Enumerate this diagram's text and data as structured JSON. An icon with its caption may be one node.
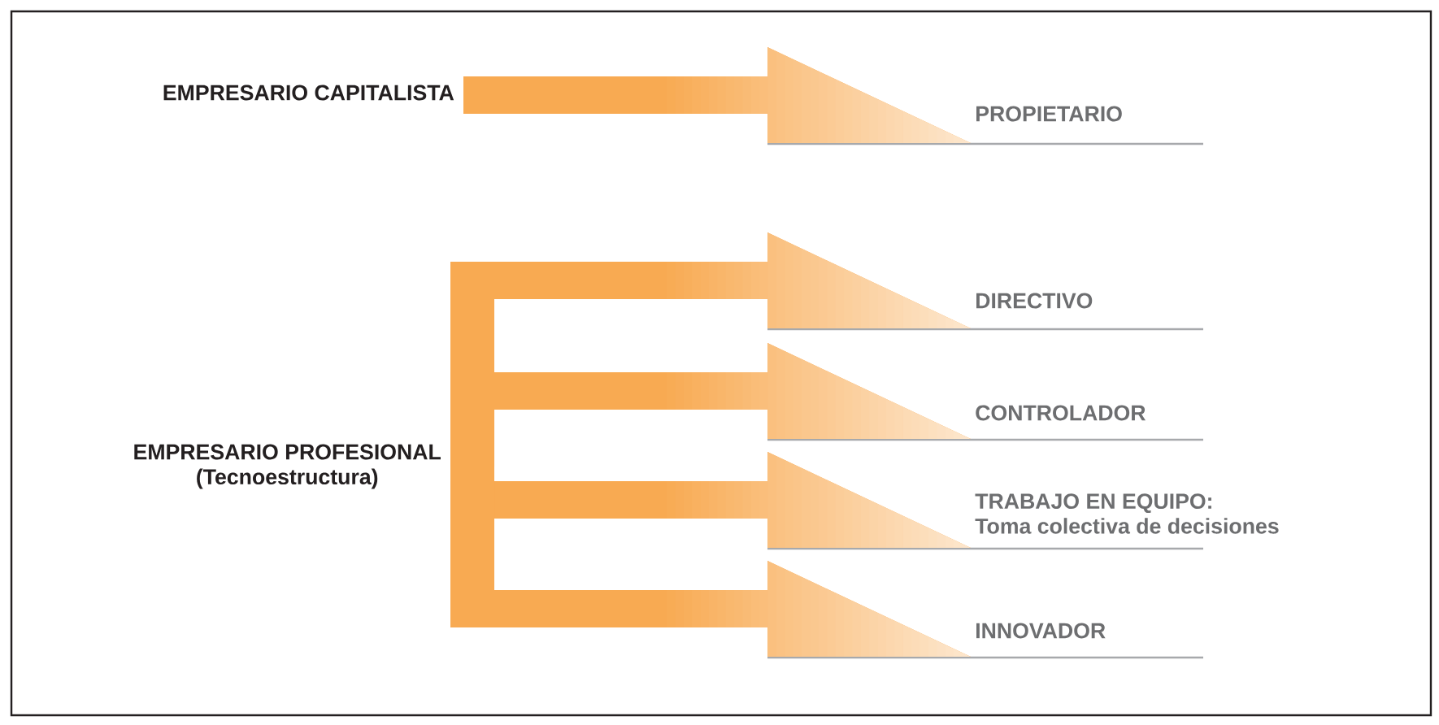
{
  "diagram": {
    "nodes": [
      {
        "text": [
          "EMPRESARIO CAPITALISTA"
        ]
      },
      {
        "text": [
          "PROPIETARIO"
        ]
      },
      {
        "text": [
          "EMPRESARIO PROFESIONAL",
          "(Tecnoestructura)"
        ]
      },
      {
        "text": [
          "DIRECTIVO"
        ]
      },
      {
        "text": [
          "CONTROLADOR"
        ]
      },
      {
        "text": [
          "TRABAJO EN EQUIPO:",
          "Toma colectiva de decisiones"
        ]
      },
      {
        "text": [
          "INNOVADOR"
        ]
      }
    ],
    "edges": [
      {
        "from": 0,
        "to": 1,
        "arrow": "to"
      },
      {
        "from": 2,
        "to": 3,
        "arrow": "to"
      },
      {
        "from": 2,
        "to": 4,
        "arrow": "to"
      },
      {
        "from": 2,
        "to": 5,
        "arrow": "to"
      },
      {
        "from": 2,
        "to": 6,
        "arrow": "to"
      }
    ]
  }
}
